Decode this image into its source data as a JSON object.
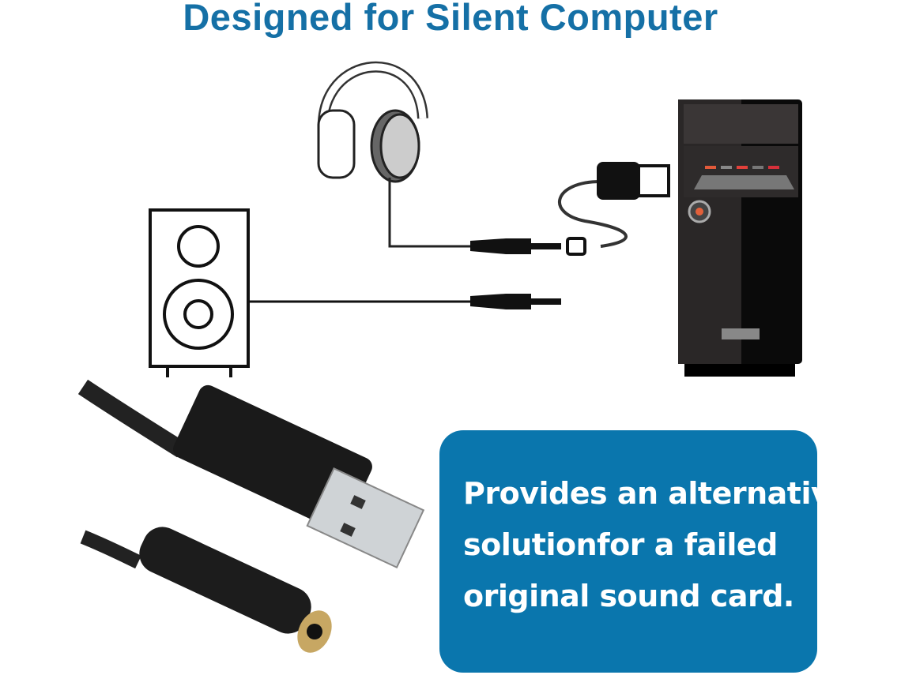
{
  "title": "Designed for Silent Computer",
  "callout": {
    "lines": [
      "Provides an alternative",
      "solutionfor a failed",
      "original sound card."
    ]
  },
  "colors": {
    "title": "#1570a6",
    "callout_bg": "#0a76ad",
    "callout_text": "#ffffff"
  }
}
